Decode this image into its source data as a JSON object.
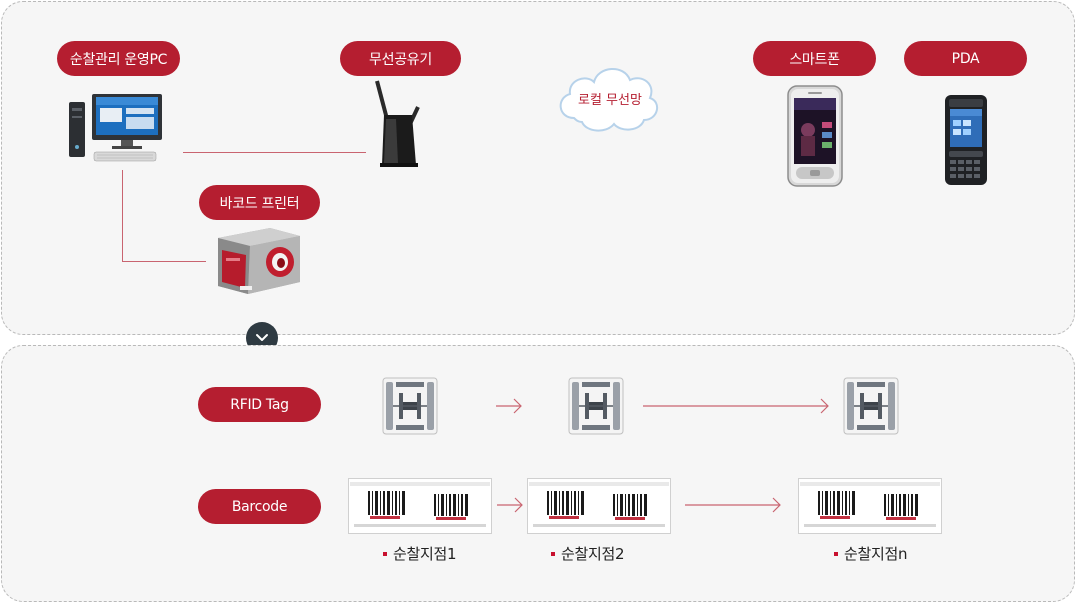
{
  "top_panel": {
    "labels": {
      "pc": "순찰관리 운영PC",
      "router": "무선공유기",
      "printer": "바코드 프린터",
      "smartphone": "스마트폰",
      "pda": "PDA"
    },
    "cloud": "로컬 무선망"
  },
  "toggle_icon": "chevron-down-icon",
  "bottom_panel": {
    "rfid_label": "RFID Tag",
    "barcode_label": "Barcode",
    "checkpoints": [
      "순찰지점1",
      "순찰지점2",
      "순찰지점n"
    ]
  },
  "colors": {
    "accent": "#b51e30",
    "connector": "#c96470",
    "panel_bg": "#f6f6f6",
    "toggle": "#2e3a42"
  }
}
